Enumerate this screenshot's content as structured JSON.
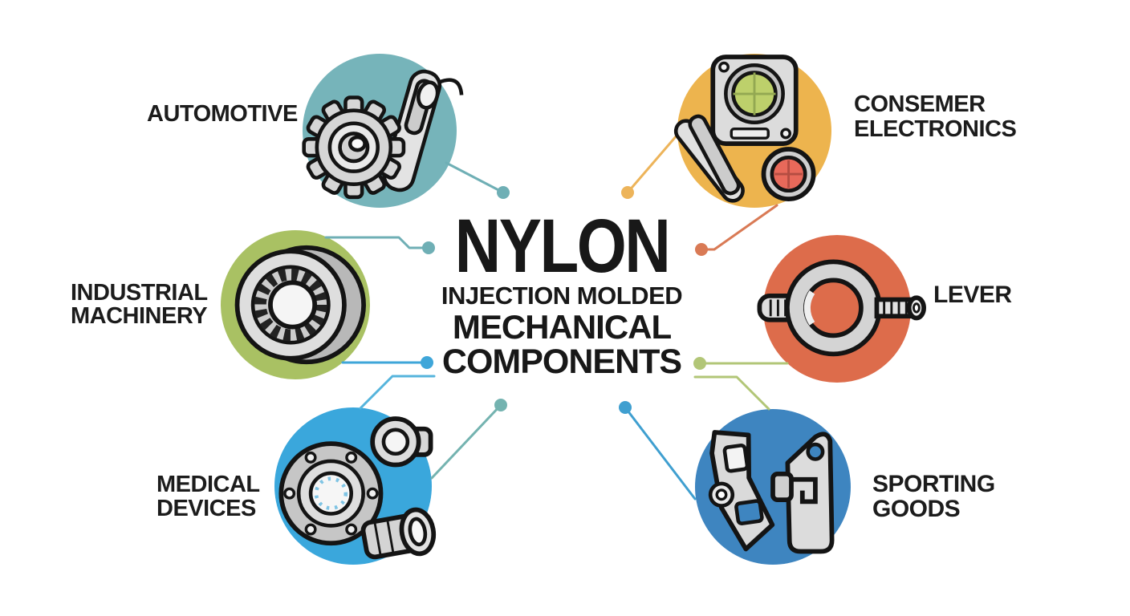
{
  "background_color": "#ffffff",
  "text_color": "#1c1c1c",
  "title": {
    "lines": [
      "NYLON",
      "INJECTION MOLDED",
      "MECHANICAL",
      "COMPONENTS"
    ]
  },
  "categories": [
    {
      "name": "automotive",
      "label_lines": [
        "AUTOMOTIVE"
      ],
      "circle_color": "#76b4ba",
      "icon": "gear-and-latch-icon"
    },
    {
      "name": "consumer-electronics",
      "label_lines": [
        "CONSEMER",
        "ELECTRONICS"
      ],
      "circle_color": "#edb44e",
      "icon": "camera-module-and-button-icon",
      "accent_colors": {
        "lens": "#bdd06b",
        "button": "#e8695a"
      }
    },
    {
      "name": "industrial-machinery",
      "label_lines": [
        "INDUSTRIAL",
        "MACHINERY"
      ],
      "circle_color": "#a9c163",
      "icon": "roller-bearing-icon"
    },
    {
      "name": "lever",
      "label_lines": [
        "LEVER"
      ],
      "circle_color": "#dd6c4b",
      "icon": "clamp-with-threaded-bolt-icon"
    },
    {
      "name": "medical-devices",
      "label_lines": [
        "MEDICAL",
        "DEVICES"
      ],
      "circle_color": "#3aa7dc",
      "icon": "pump-housing-and-fittings-icon",
      "accent_colors": {
        "dots": "#7fc4e4"
      }
    },
    {
      "name": "sporting-goods",
      "label_lines": [
        "SPORTING",
        "GOODS"
      ],
      "circle_color": "#3e85c0",
      "icon": "buckle-clips-icon"
    }
  ],
  "connectors": [
    {
      "name": "automotive-link",
      "color": "#6fafb5"
    },
    {
      "name": "industrial-upper-link",
      "color": "#6fafb5"
    },
    {
      "name": "industrial-lower-link",
      "color": "#3fa6d9"
    },
    {
      "name": "medical-upper-link",
      "color": "#55b4dc"
    },
    {
      "name": "medical-right-link",
      "color": "#74b3b0"
    },
    {
      "name": "consumer-left-link",
      "color": "#edb45a"
    },
    {
      "name": "consumer-bottom-link",
      "color": "#d97a55"
    },
    {
      "name": "lever-left-link",
      "color": "#b2c677"
    },
    {
      "name": "sporting-upper-link",
      "color": "#b2c677"
    },
    {
      "name": "sporting-left-link",
      "color": "#3f9fd0"
    }
  ]
}
